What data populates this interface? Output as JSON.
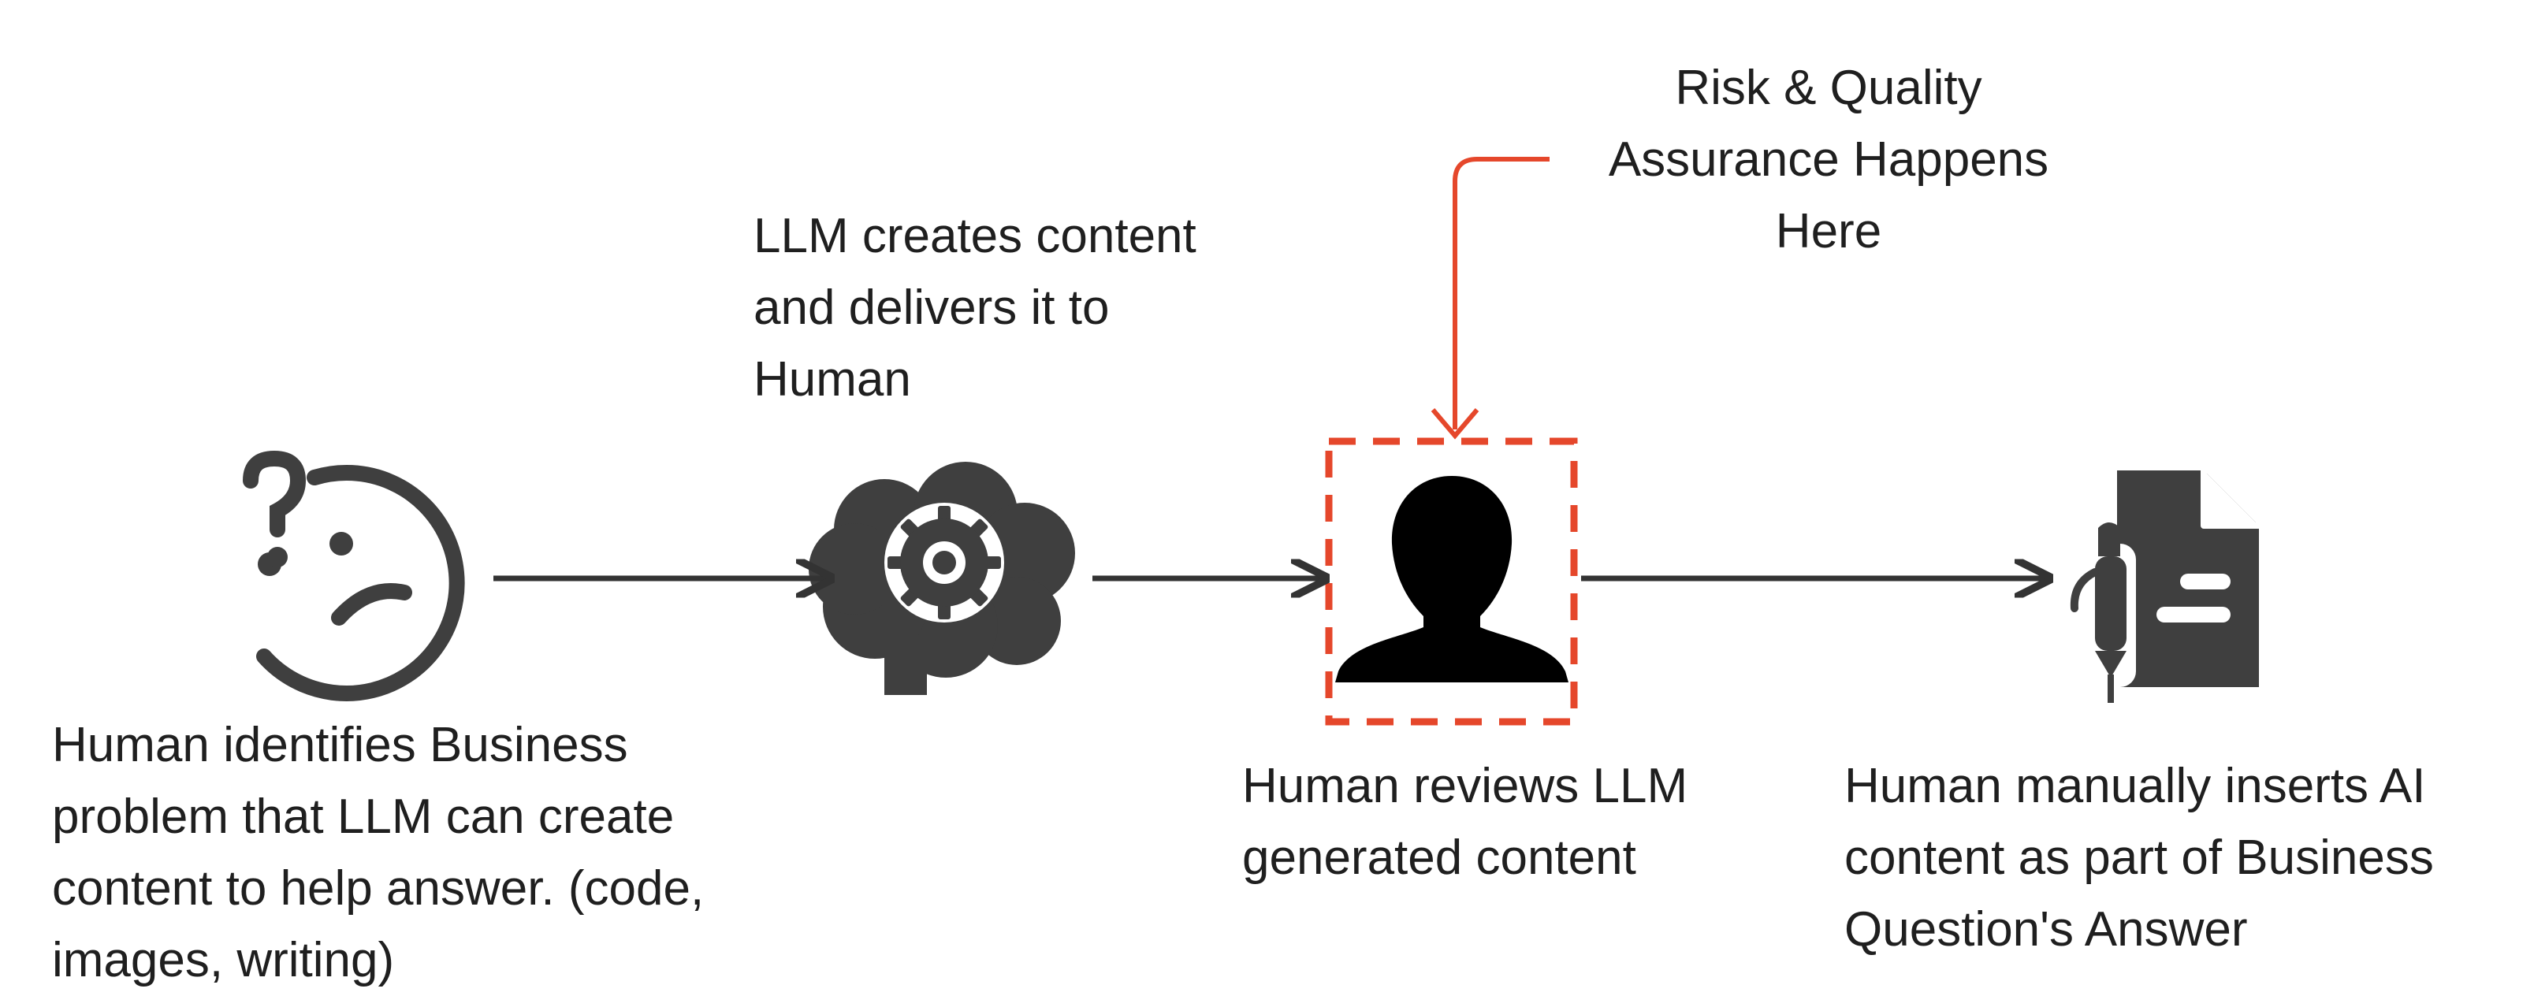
{
  "steps": [
    {
      "text": "Human identifies Business\nproblem that LLM can create\ncontent to help answer. (code,\nimages, writing)",
      "icon": "confused-face-icon"
    },
    {
      "text": "LLM creates content\nand delivers it to\nHuman",
      "icon": "brain-gear-icon"
    },
    {
      "text": "Human reviews LLM\ngenerated content",
      "icon": "person-icon"
    },
    {
      "text": "Human manually inserts AI\ncontent as part of Business\nQuestion's Answer",
      "icon": "document-pen-icon"
    }
  ],
  "callout": {
    "text": "Risk & Quality\nAssurance Happens\nHere"
  },
  "colors": {
    "icon": "#3f3f3f",
    "person": "#000000",
    "arrow": "#333333",
    "highlight": "#e5472b",
    "text": "#1f1f1f"
  }
}
